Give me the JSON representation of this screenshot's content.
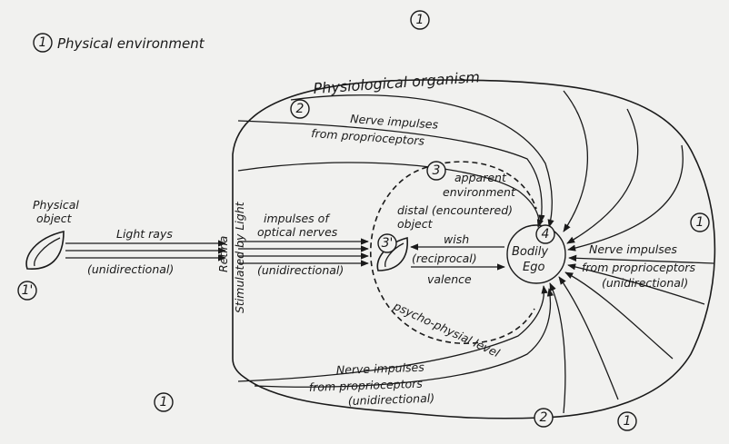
{
  "labels": {
    "env_legend": "Physical environment",
    "organism": "Physiological organism",
    "nerve_top_1": "Nerve impulses",
    "nerve_top_2": "from proprioceptors",
    "physical_object_1": "Physical",
    "physical_object_2": "object",
    "light_rays": "Light rays",
    "unidirectional_left": "(unidirectional)",
    "retina_1": "Retina",
    "retina_2": "Stimulated by Light",
    "optical_1": "impulses of",
    "optical_2": "optical nerves",
    "unidirectional_mid": "(unidirectional)",
    "apparent_1": "apparent",
    "apparent_2": "environment",
    "distal_1": "distal (encountered)",
    "distal_2": "object",
    "wish": "wish",
    "reciprocal": "(reciprocal)",
    "valence": "valence",
    "bodily": "Bodily",
    "ego": "Ego",
    "psycho": "psycho-physial level",
    "nerve_right_1": "Nerve impulses",
    "nerve_right_2": "from proprioceptors",
    "nerve_right_3": "(unidirectional)",
    "nerve_bottom_1": "Nerve impulses",
    "nerve_bottom_2": "from proprioceptors",
    "nerve_bottom_3": "(unidirectional)"
  },
  "markers": {
    "one": "1",
    "one_prime": "1'",
    "two": "2",
    "three": "3",
    "three_prime": "3'",
    "four": "4"
  }
}
